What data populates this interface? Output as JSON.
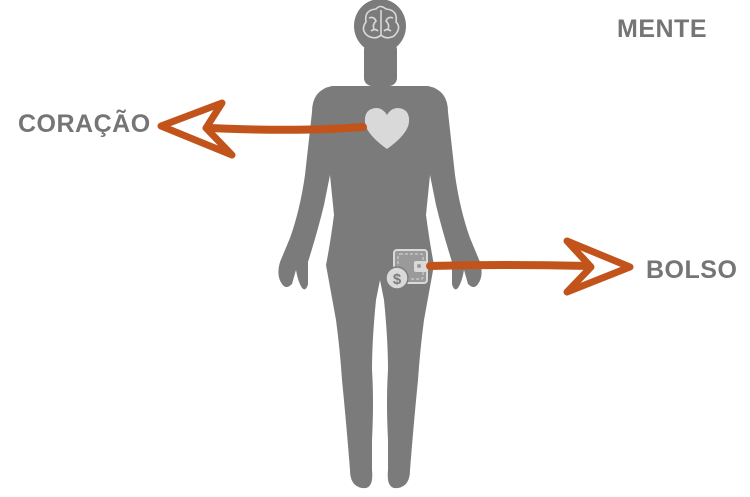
{
  "labels": {
    "mente": "MENTE",
    "coracao": "CORAÇÃO",
    "bolso": "BOLSO"
  },
  "icons": {
    "head": "brain-icon",
    "chest": "heart-icon",
    "pocket": "wallet-dollar-icon"
  },
  "colors": {
    "figure": "#7b7b7b",
    "arrow": "#c2541b",
    "label": "#757575",
    "icon_fill": "#d9d9d9"
  }
}
